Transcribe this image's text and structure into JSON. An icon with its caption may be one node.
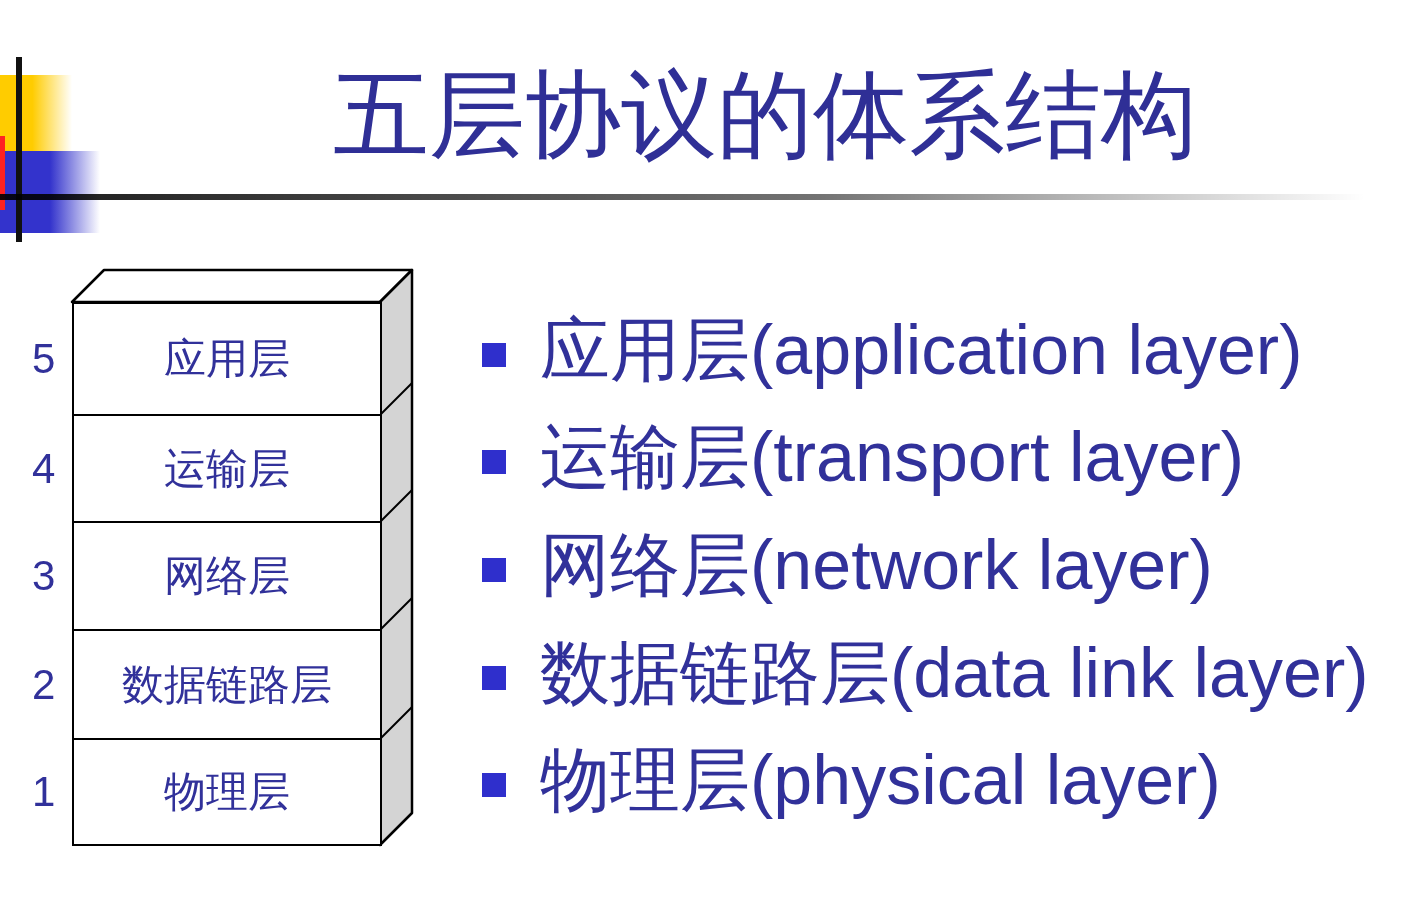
{
  "diagram": {
    "title": "五层协议的体系结构",
    "nodes": [
      {
        "text": [
          "应用层"
        ],
        "beside": [
          "5"
        ]
      },
      {
        "text": [
          "运输层"
        ],
        "beside": [
          "4"
        ]
      },
      {
        "text": [
          "网络层"
        ],
        "beside": [
          "3"
        ]
      },
      {
        "text": [
          "数据链路层"
        ],
        "beside": [
          "2"
        ]
      },
      {
        "text": [
          "物理层"
        ],
        "beside": [
          "1"
        ]
      }
    ],
    "labels": [
      "应用层(application layer)",
      "运输层(transport layer)",
      "网络层(network layer)",
      "数据链路层(data link layer)",
      "物理层(physical layer)"
    ]
  }
}
